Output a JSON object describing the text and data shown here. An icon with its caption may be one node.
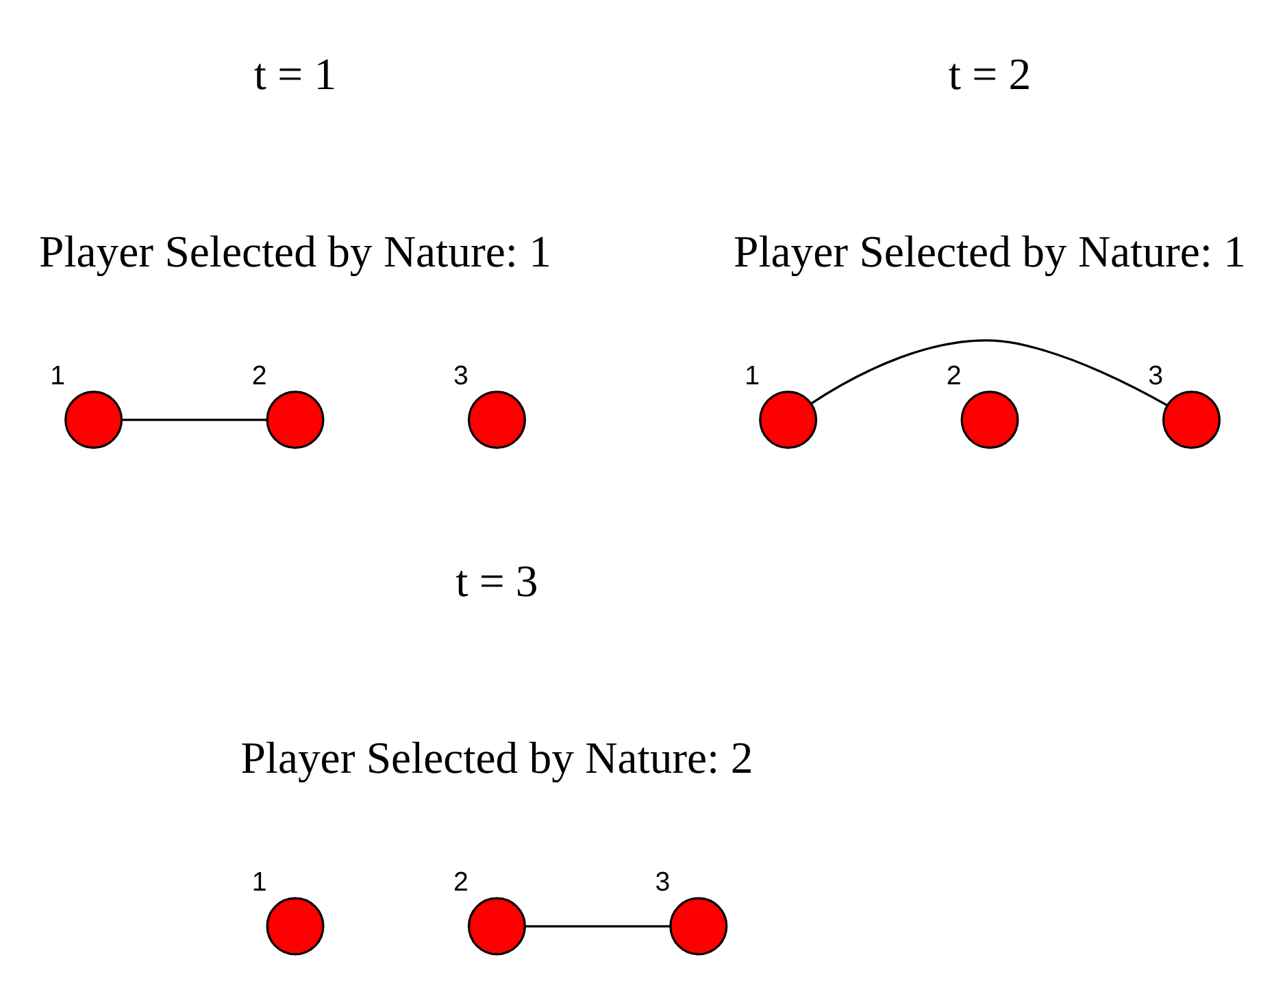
{
  "diagram": {
    "nodes": [
      {
        "text": [],
        "shape": "circle",
        "beside": [
          "1"
        ]
      },
      {
        "text": [],
        "shape": "circle",
        "beside": [
          "2"
        ]
      },
      {
        "text": [],
        "shape": "circle",
        "beside": [
          "3"
        ]
      },
      {
        "text": [],
        "shape": "circle",
        "beside": [
          "1"
        ]
      },
      {
        "text": [],
        "shape": "circle",
        "beside": [
          "2"
        ]
      },
      {
        "text": [],
        "shape": "circle",
        "beside": [
          "3"
        ]
      },
      {
        "text": [],
        "shape": "circle",
        "beside": [
          "1"
        ]
      },
      {
        "text": [],
        "shape": "circle",
        "beside": [
          "2"
        ]
      },
      {
        "text": [],
        "shape": "circle",
        "beside": [
          "3"
        ]
      }
    ],
    "edges": [
      {
        "from": 0,
        "to": 1,
        "arrow": "none"
      },
      {
        "from": 3,
        "to": 5,
        "arrow": "none"
      },
      {
        "from": 7,
        "to": 8,
        "arrow": "none"
      }
    ],
    "labels": [
      "t = 1",
      "Player Selected by Nature: 1",
      "t = 2",
      "Player Selected by Nature: 1",
      "t = 3",
      "Player Selected by Nature: 2"
    ]
  }
}
